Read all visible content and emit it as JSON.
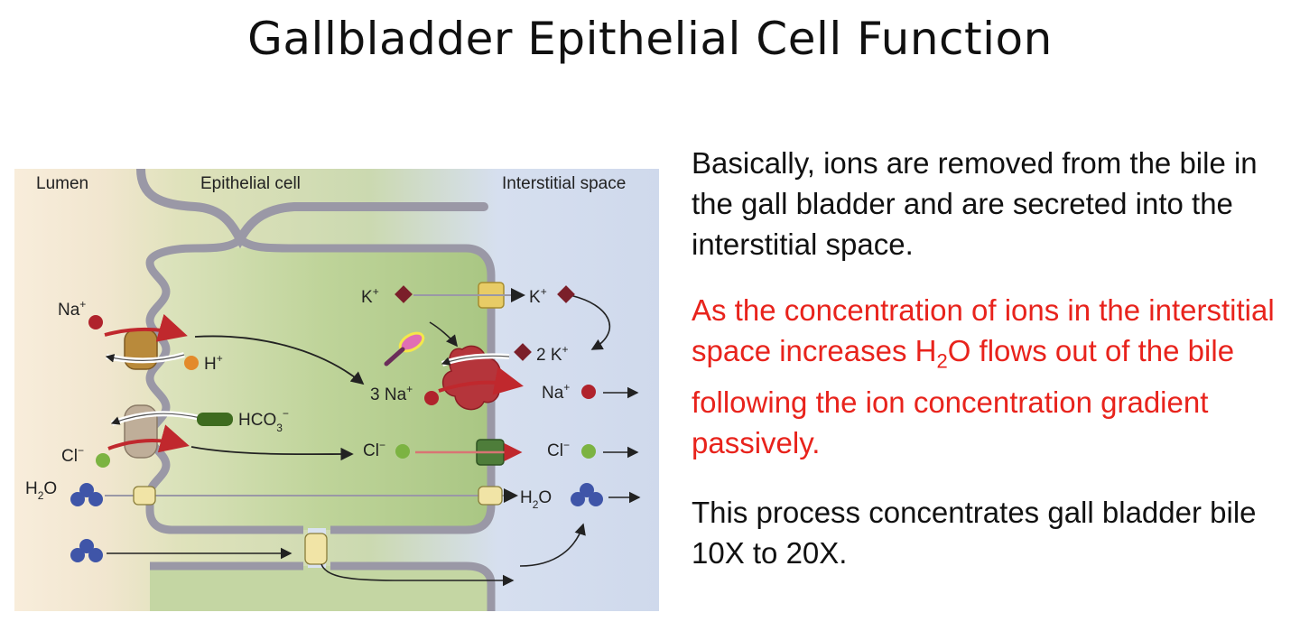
{
  "slide": {
    "title": "Gallbladder  Epithelial Cell Function"
  },
  "diagram": {
    "regions": {
      "lumen": "Lumen",
      "cell": "Epithelial cell",
      "interstitial": "Interstitial space"
    },
    "ions": {
      "na_lumen": "Na",
      "h": "H",
      "hco3": "HCO",
      "cl_lumen": "Cl",
      "h2o_lumen_h": "H",
      "h2o_lumen_o": "O",
      "k_in": "K",
      "k_out": "K",
      "two_k": "2 K",
      "three_na": "3 Na",
      "na_out": "Na",
      "cl_cell": "Cl",
      "cl_out": "Cl",
      "h2o_out_h": "H",
      "h2o_out_o": "O",
      "plus": "+",
      "minus": "−",
      "sub2": "2",
      "sub3": "3"
    },
    "colors": {
      "lumen_bg": "#f7ecd9",
      "cell_bg": "#b9cf92",
      "interstitial_bg": "#d4deef",
      "membrane": "#9a98a6",
      "sodium": "#b0232c",
      "potassium": "#7b1f2a",
      "chloride": "#7cb342",
      "water": "#3f55a8",
      "proton": "#e38a2b",
      "bicarbonate": "#3e6b1f"
    }
  },
  "text": {
    "p1": "Basically, ions are removed from the bile in the gall bladder and are secreted into the interstitial space.",
    "p2_a": "As the concentration of ions in the interstitial space increases H",
    "p2_sub": "2",
    "p2_b": "O flows out of the bile following the ion concentration gradient passively.",
    "p3": "This process concentrates gall bladder bile 10X to 20X."
  }
}
